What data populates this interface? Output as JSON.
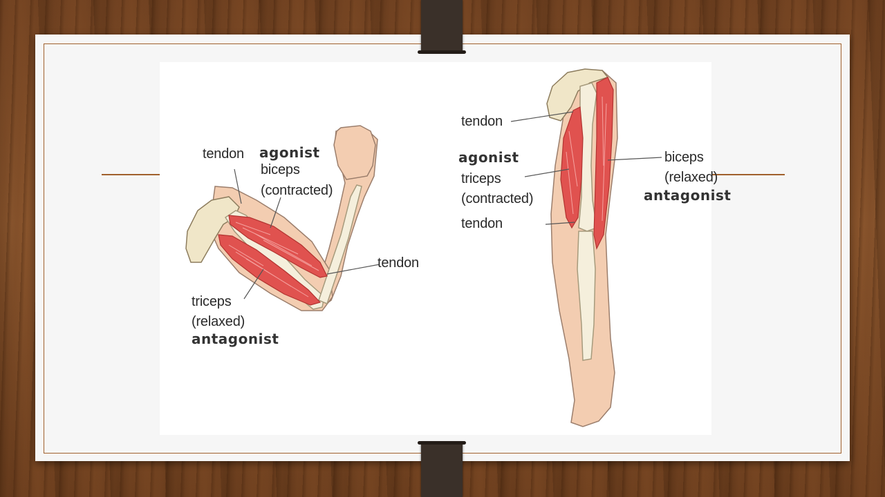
{
  "diagram": {
    "left_figure": {
      "tendon_top": "tendon",
      "agonist": "agonist",
      "biceps": "biceps",
      "contracted": "(contracted)",
      "tendon_elbow": "tendon",
      "triceps": "triceps",
      "relaxed": "(relaxed)",
      "antagonist": "antagonist"
    },
    "right_figure": {
      "tendon_top": "tendon",
      "agonist": "agonist",
      "triceps": "triceps",
      "contracted": "(contracted)",
      "tendon_bottom": "tendon",
      "biceps": "biceps",
      "relaxed": "(relaxed)",
      "antagonist": "antagonist"
    }
  },
  "colors": {
    "frame_accent": "#a0602c",
    "skin": "#f3cdb1",
    "bone": "#f3ecd8",
    "muscle": "#e0524f"
  }
}
